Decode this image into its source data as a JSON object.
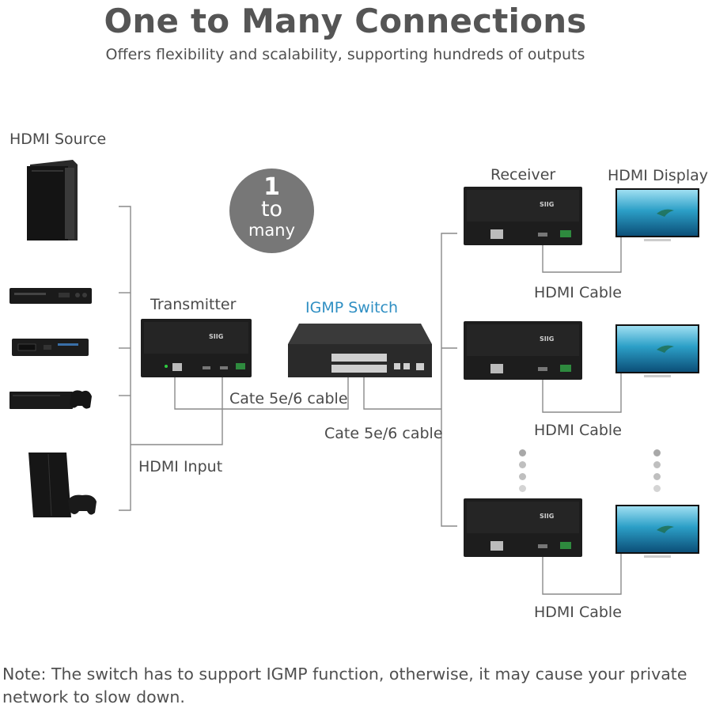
{
  "header": {
    "title": "One to Many Connections",
    "subtitle": "Offers flexibility and scalability, supporting hundreds of outputs"
  },
  "labels": {
    "hdmi_source": "HDMI Source",
    "transmitter": "Transmitter",
    "igmp_switch": "IGMP Switch",
    "receiver": "Receiver",
    "hdmi_display": "HDMI Display",
    "cable_tx": "Cate 5e/6 cable",
    "cable_switch": "Cate 5e/6 cable",
    "hdmi_input": "HDMI Input",
    "hdmi_cable_1": "HDMI Cable",
    "hdmi_cable_2": "HDMI Cable",
    "hdmi_cable_3": "HDMI Cable"
  },
  "badge": {
    "number": "1",
    "line1": "to",
    "line2": "many"
  },
  "device_text": {
    "brand": "SIIG"
  },
  "note": "Note: The switch has to support IGMP function, otherwise, it may cause your private network to slow down.",
  "colors": {
    "title": "#555555",
    "accent_blue": "#2f8fc3",
    "badge": "#777777",
    "device": "#1d1d1d",
    "line": "#8a8a8a"
  }
}
